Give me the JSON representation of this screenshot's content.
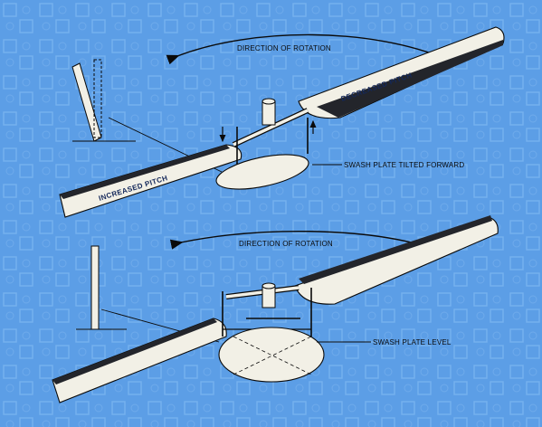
{
  "top_panel": {
    "rotation_label": "DIRECTION OF ROTATION",
    "left_blade_label": "INCREASED PITCH",
    "right_blade_label": "DECREASED PITCH",
    "swash_label": "SWASH PLATE TILTED FORWARD"
  },
  "bottom_panel": {
    "rotation_label": "DIRECTION OF ROTATION",
    "swash_label": "SWASH PLATE LEVEL"
  },
  "colors": {
    "background": "#5c9ee6",
    "pattern_light": "#8cc0f5",
    "blade": "#f2f0e6",
    "ink": "#0a0a0a"
  }
}
